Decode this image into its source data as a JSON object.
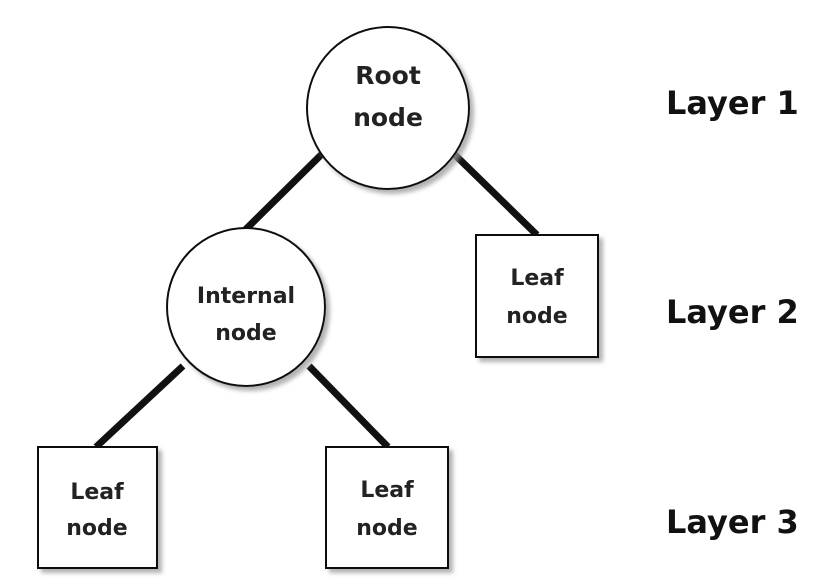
{
  "nodes": {
    "root": {
      "line1": "Root",
      "line2": "node"
    },
    "internal": {
      "line1": "Internal",
      "line2": "node"
    },
    "leaf_right": {
      "line1": "Leaf",
      "line2": "node"
    },
    "leaf_bottom_left": {
      "line1": "Leaf",
      "line2": "node"
    },
    "leaf_bottom_mid": {
      "line1": "Leaf",
      "line2": "node"
    }
  },
  "layers": [
    "Layer 1",
    "Layer 2",
    "Layer 3"
  ],
  "colors": {
    "edge": "#111111",
    "node_border": "#111111",
    "node_fill": "#ffffff",
    "shadow": "#9a9a9a"
  }
}
